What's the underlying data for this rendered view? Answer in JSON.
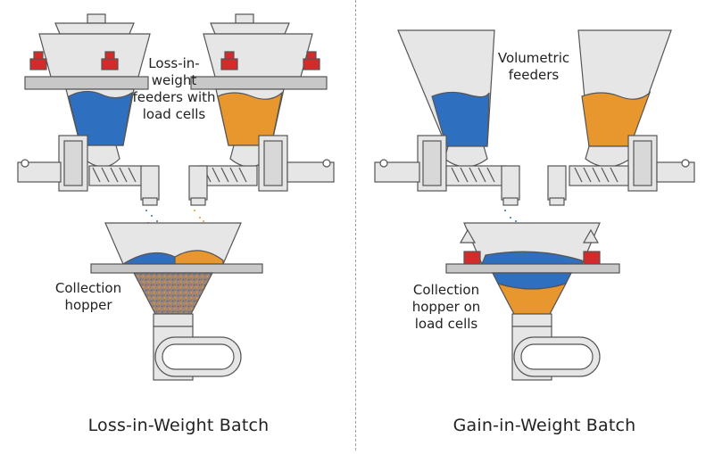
{
  "left_panel": {
    "label_feeders": "Loss-in-\nweight\nfeeders with\nload cells",
    "label_hopper": "Collection\nhopper",
    "caption": "Loss-in-Weight Batch"
  },
  "right_panel": {
    "label_feeders": "Volumetric\nfeeders",
    "label_hopper": "Collection\nhopper on\nload cells",
    "caption": "Gain-in-Weight Batch"
  },
  "colors": {
    "blue_material": "#2f6fc0",
    "orange_material": "#e8962e",
    "steel": "#e6e6e6",
    "outline": "#555555",
    "load_cell": "#d42a2a",
    "platform": "#c8c8c8",
    "mixed_material": "#9b7a63"
  }
}
